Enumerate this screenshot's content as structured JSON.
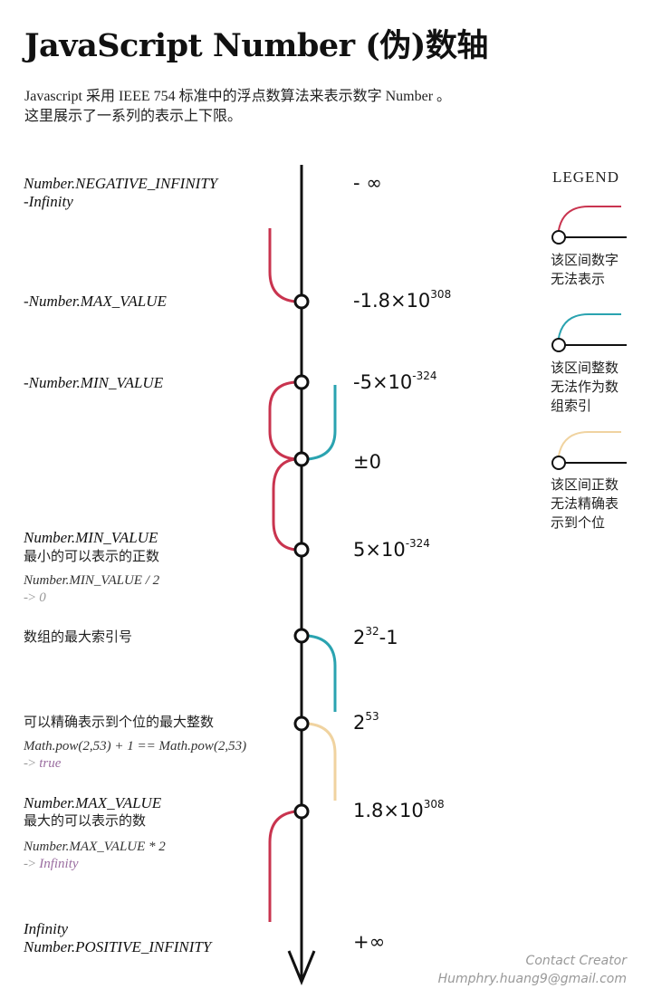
{
  "header": {
    "title": "JavaScript Number (伪)数轴",
    "intro_line1": "Javascript 采用 IEEE 754 标准中的浮点数算法来表示数字 Number 。",
    "intro_line2": "这里展示了一系列的表示上下限。"
  },
  "colors": {
    "axis": "#111111",
    "unrepresentable": "#c9344f",
    "not_array_index": "#2aa3b0",
    "not_exact_integer": "#f0d3a0",
    "muted_text": "#999999",
    "highlight_result": "#9a6da0"
  },
  "axis_points": [
    {
      "id": "neg-infinity",
      "label1": "Number.NEGATIVE_INFINITY",
      "label2": "-Infinity",
      "value": "- ∞"
    },
    {
      "id": "neg-max",
      "label1": "-Number.MAX_VALUE",
      "value_base": "-1.8×10",
      "value_exp": "308"
    },
    {
      "id": "neg-min",
      "label1": "-Number.MIN_VALUE",
      "value_base": "-5×10",
      "value_exp": "-324"
    },
    {
      "id": "zero",
      "value": "±0"
    },
    {
      "id": "pos-min",
      "label1": "Number.MIN_VALUE",
      "label_zh": "最小的可以表示的正数",
      "code": "Number.MIN_VALUE / 2",
      "result_arrow": "->",
      "result": "0",
      "value_base": "5×10",
      "value_exp": "-324"
    },
    {
      "id": "max-index",
      "label_zh": "数组的最大索引号",
      "value_base": "2",
      "value_exp": "32",
      "value_suffix": "-1"
    },
    {
      "id": "max-safe",
      "label_zh": "可以精确表示到个位的最大整数",
      "code": "Math.pow(2,53) + 1 == Math.pow(2,53)",
      "result_arrow": "->",
      "result": "true",
      "value_base": "2",
      "value_exp": "53"
    },
    {
      "id": "pos-max",
      "label1": "Number.MAX_VALUE",
      "label_zh": "最大的可以表示的数",
      "code": "Number.MAX_VALUE * 2",
      "result_arrow": "->",
      "result": "Infinity",
      "value_base": "1.8×10",
      "value_exp": "308"
    },
    {
      "id": "pos-infinity",
      "label1": "Infinity",
      "label2": "Number.POSITIVE_INFINITY",
      "value": "+∞"
    }
  ],
  "legend": {
    "title": "LEGEND",
    "items": [
      {
        "color": "#c9344f",
        "line1": "该区间数字",
        "line2": "无法表示"
      },
      {
        "color": "#2aa3b0",
        "line1": "该区间整数",
        "line2": "无法作为数",
        "line3": "组索引"
      },
      {
        "color": "#f0d3a0",
        "line1": "该区间正数",
        "line2": "无法精确表",
        "line3": "示到个位"
      }
    ]
  },
  "footer": {
    "contact_label": "Contact Creator",
    "email": "Humphry.huang9@gmail.com"
  }
}
